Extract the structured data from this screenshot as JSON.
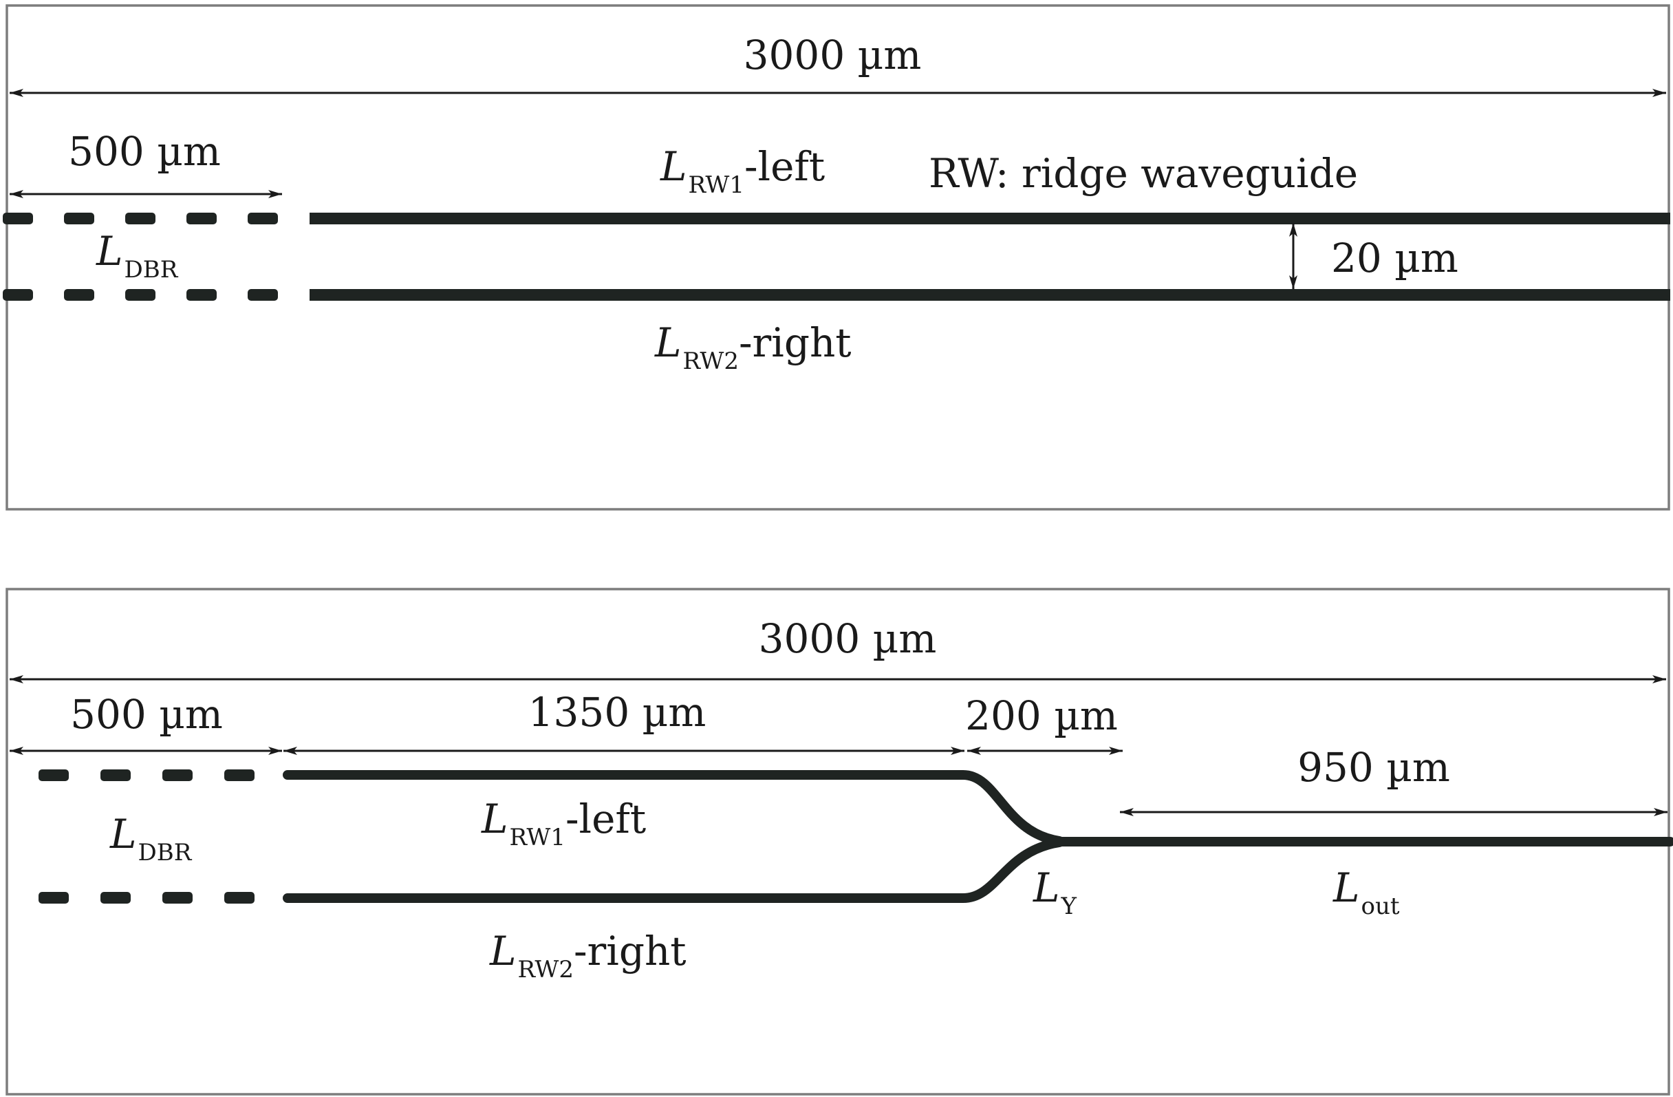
{
  "note_rw": "RW: ridge waveguide",
  "L_symbol": "L",
  "top": {
    "total_length": "3000 µm",
    "dbr_length": "500 µm",
    "spacing": "20 µm",
    "dbr_sub": "DBR",
    "rw1_sub": "RW1",
    "rw1_suffix": "-left",
    "rw2_sub": "RW2",
    "rw2_suffix": "-right"
  },
  "bottom": {
    "total_length": "3000 µm",
    "dbr_length": "500 µm",
    "straight_length": "1350 µm",
    "y_length": "200 µm",
    "out_length": "950 µm",
    "dbr_sub": "DBR",
    "rw1_sub": "RW1",
    "rw1_suffix": "-left",
    "rw2_sub": "RW2",
    "rw2_suffix": "-right",
    "y_sub": "Y",
    "out_sub": "out"
  }
}
